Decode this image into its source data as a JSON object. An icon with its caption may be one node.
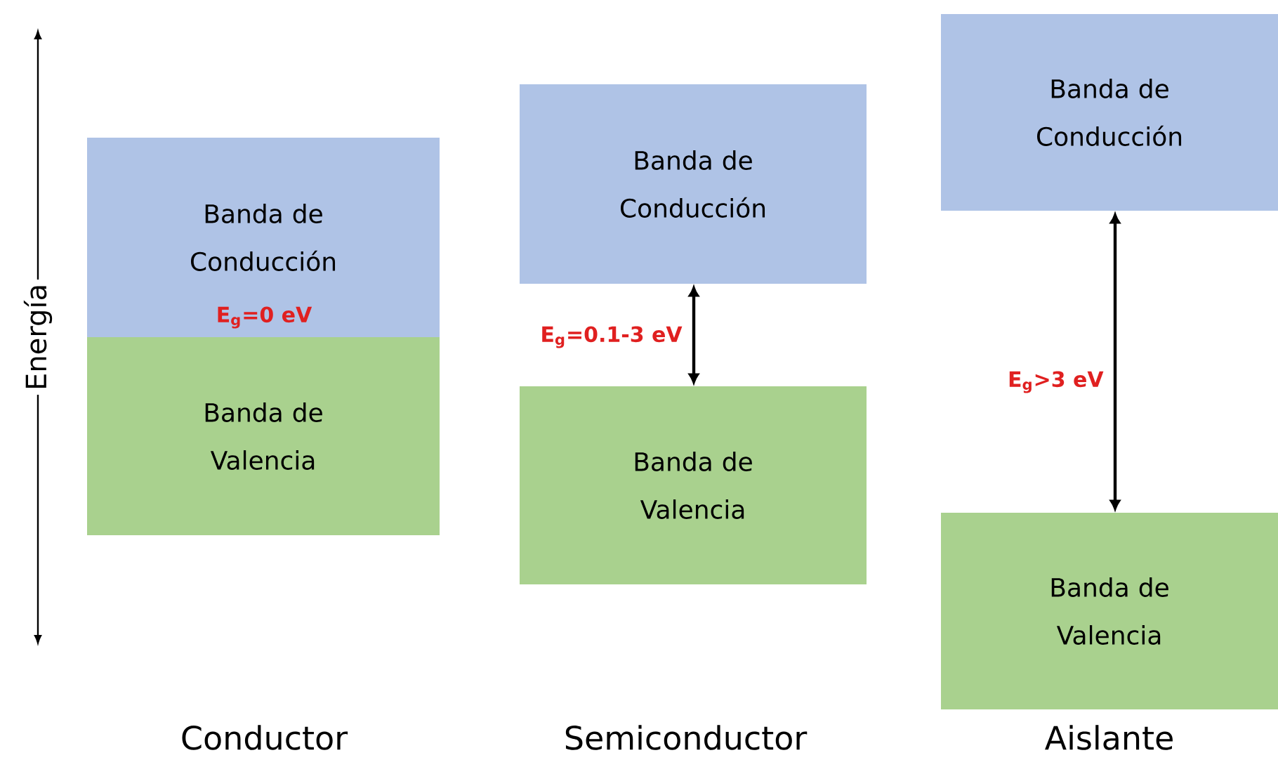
{
  "diagram": {
    "nodes": [
      {
        "text": [
          "Banda de Conducción"
        ]
      },
      {
        "text": [
          "Banda de Valencia"
        ]
      },
      {
        "text": [
          "Banda de Conducción"
        ]
      },
      {
        "text": [
          "Banda de Valencia"
        ]
      },
      {
        "text": [
          "Banda de Conducción"
        ]
      },
      {
        "text": [
          "Banda de Valencia"
        ]
      }
    ],
    "edges": [
      {
        "from": 2,
        "to": 3,
        "arrow": "both",
        "label": "E$_{g}$=0.1-3 eV"
      },
      {
        "from": 4,
        "to": 5,
        "arrow": "both",
        "label": "E$_{g}$>3 eV"
      }
    ],
    "labels": [
      "Energía",
      "E$_{g}$=0 eV",
      "Conductor",
      "Semiconductor",
      "Aislante"
    ]
  }
}
